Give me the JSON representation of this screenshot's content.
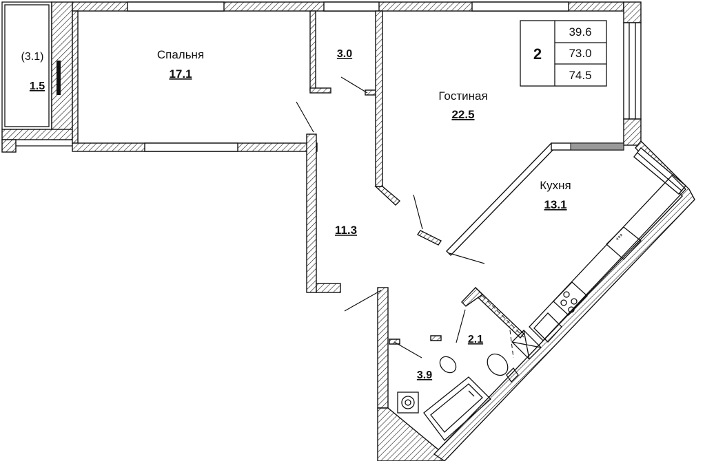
{
  "rooms": {
    "bedroom": {
      "name": "Спальня",
      "area": "17.1"
    },
    "living": {
      "name": "Гостиная",
      "area": "22.5"
    },
    "kitchen": {
      "name": "Кухня",
      "area": "13.1"
    },
    "closet": {
      "area": "3.0"
    },
    "hall": {
      "area": "11.3"
    },
    "bathroom": {
      "area": "3.9"
    },
    "toilet": {
      "area": "2.1"
    },
    "balcony": {
      "area_full": "(3.1)",
      "area": "1.5"
    }
  },
  "summary_table": {
    "rooms_count": "2",
    "living_area": "39.6",
    "total_area": "73.0",
    "total_with_balcony": "74.5"
  }
}
